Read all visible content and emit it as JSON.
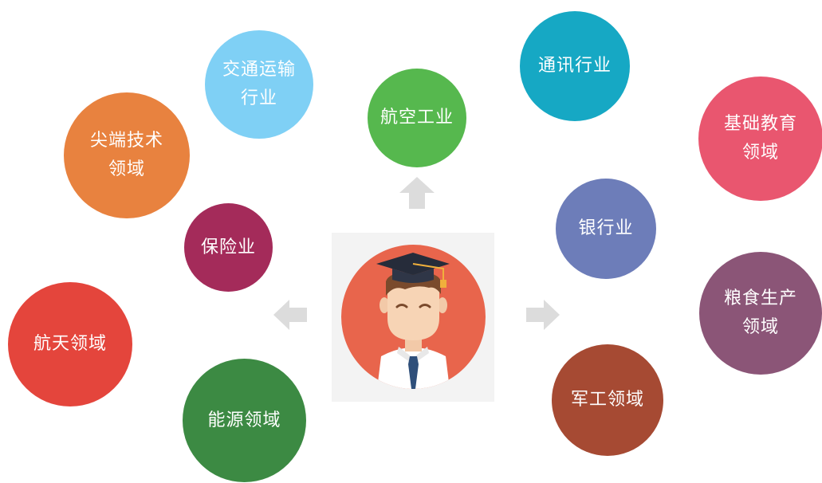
{
  "center": {
    "icon": "graduate-avatar-icon",
    "color": "#e8654c"
  },
  "arrows": [
    "arrow-up-icon",
    "arrow-left-icon",
    "arrow-right-icon"
  ],
  "bubbles": [
    {
      "id": "jiaotong",
      "label": "交通运输\n行业",
      "color": "#7fd0f5"
    },
    {
      "id": "hangkong",
      "label": "航空工业",
      "color": "#56b84e"
    },
    {
      "id": "tongxun",
      "label": "通讯行业",
      "color": "#16a8c4"
    },
    {
      "id": "jichu",
      "label": "基础教育\n领域",
      "color": "#e9566f"
    },
    {
      "id": "jianduan",
      "label": "尖端技术\n领域",
      "color": "#e8823f"
    },
    {
      "id": "baoxian",
      "label": "保险业",
      "color": "#a42b5a"
    },
    {
      "id": "yinhang",
      "label": "银行业",
      "color": "#6d7db9"
    },
    {
      "id": "liangshi",
      "label": "粮食生产\n领域",
      "color": "#8b5577"
    },
    {
      "id": "hangtian",
      "label": "航天领域",
      "color": "#e4453c"
    },
    {
      "id": "nengyuan",
      "label": "能源领域",
      "color": "#3c8a43"
    },
    {
      "id": "jungong",
      "label": "军工领域",
      "color": "#a64a33"
    }
  ]
}
